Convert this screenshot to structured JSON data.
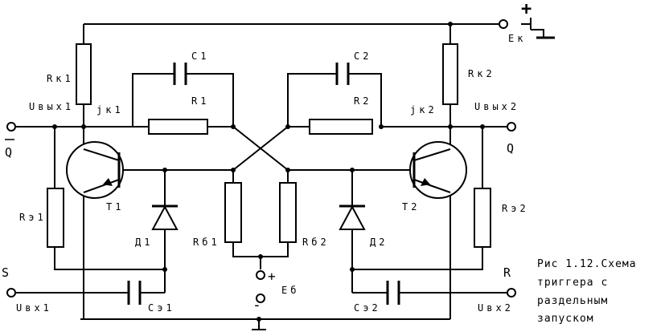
{
  "labels": {
    "ek": "Ек",
    "plus_supply": "+",
    "rk1": "Rк1",
    "rk2": "Rк2",
    "c1": "С1",
    "c2": "С2",
    "r1": "R1",
    "r2": "R2",
    "jk1": "jк1",
    "jk2": "jк2",
    "uvyh1": "Uвых1",
    "uvyh2": "Uвых2",
    "q_bar": "Q",
    "q": "Q",
    "t1": "Т1",
    "t2": "Т2",
    "re1": "Rэ1",
    "re2": "Rэ2",
    "d1": "Д1",
    "d2": "Д2",
    "rb1": "Rб1",
    "rb2": "Rб2",
    "eb": "Еб",
    "plus_bias": "+",
    "minus_bias": "-",
    "s": "S",
    "r": "R",
    "uvh1": "Uвх1",
    "uvh2": "Uвх2",
    "ce1": "Сэ1",
    "ce2": "Сэ2"
  },
  "caption": {
    "line1": "Рис 1.12.Схема",
    "line2": "триггера с",
    "line3": "раздельным",
    "line4": "запуском"
  }
}
